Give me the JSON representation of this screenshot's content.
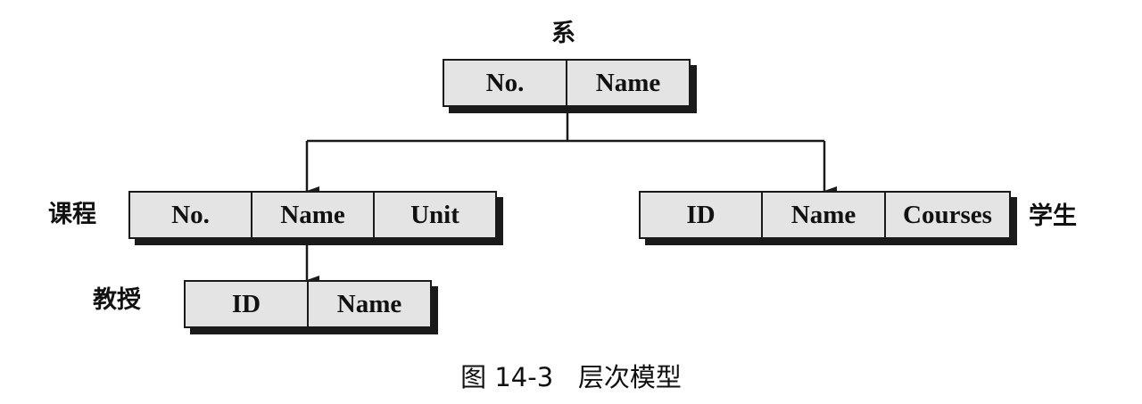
{
  "department": {
    "title": "系",
    "fields": [
      "No.",
      "Name"
    ]
  },
  "course": {
    "title": "课程",
    "fields": [
      "No.",
      "Name",
      "Unit"
    ]
  },
  "student": {
    "title": "学生",
    "fields": [
      "ID",
      "Name",
      "Courses"
    ]
  },
  "professor": {
    "title": "教授",
    "fields": [
      "ID",
      "Name"
    ]
  },
  "caption": "图 14-3   层次模型",
  "colors": {
    "box_fill": "#e3e3e3",
    "line": "#1a1a1a"
  }
}
